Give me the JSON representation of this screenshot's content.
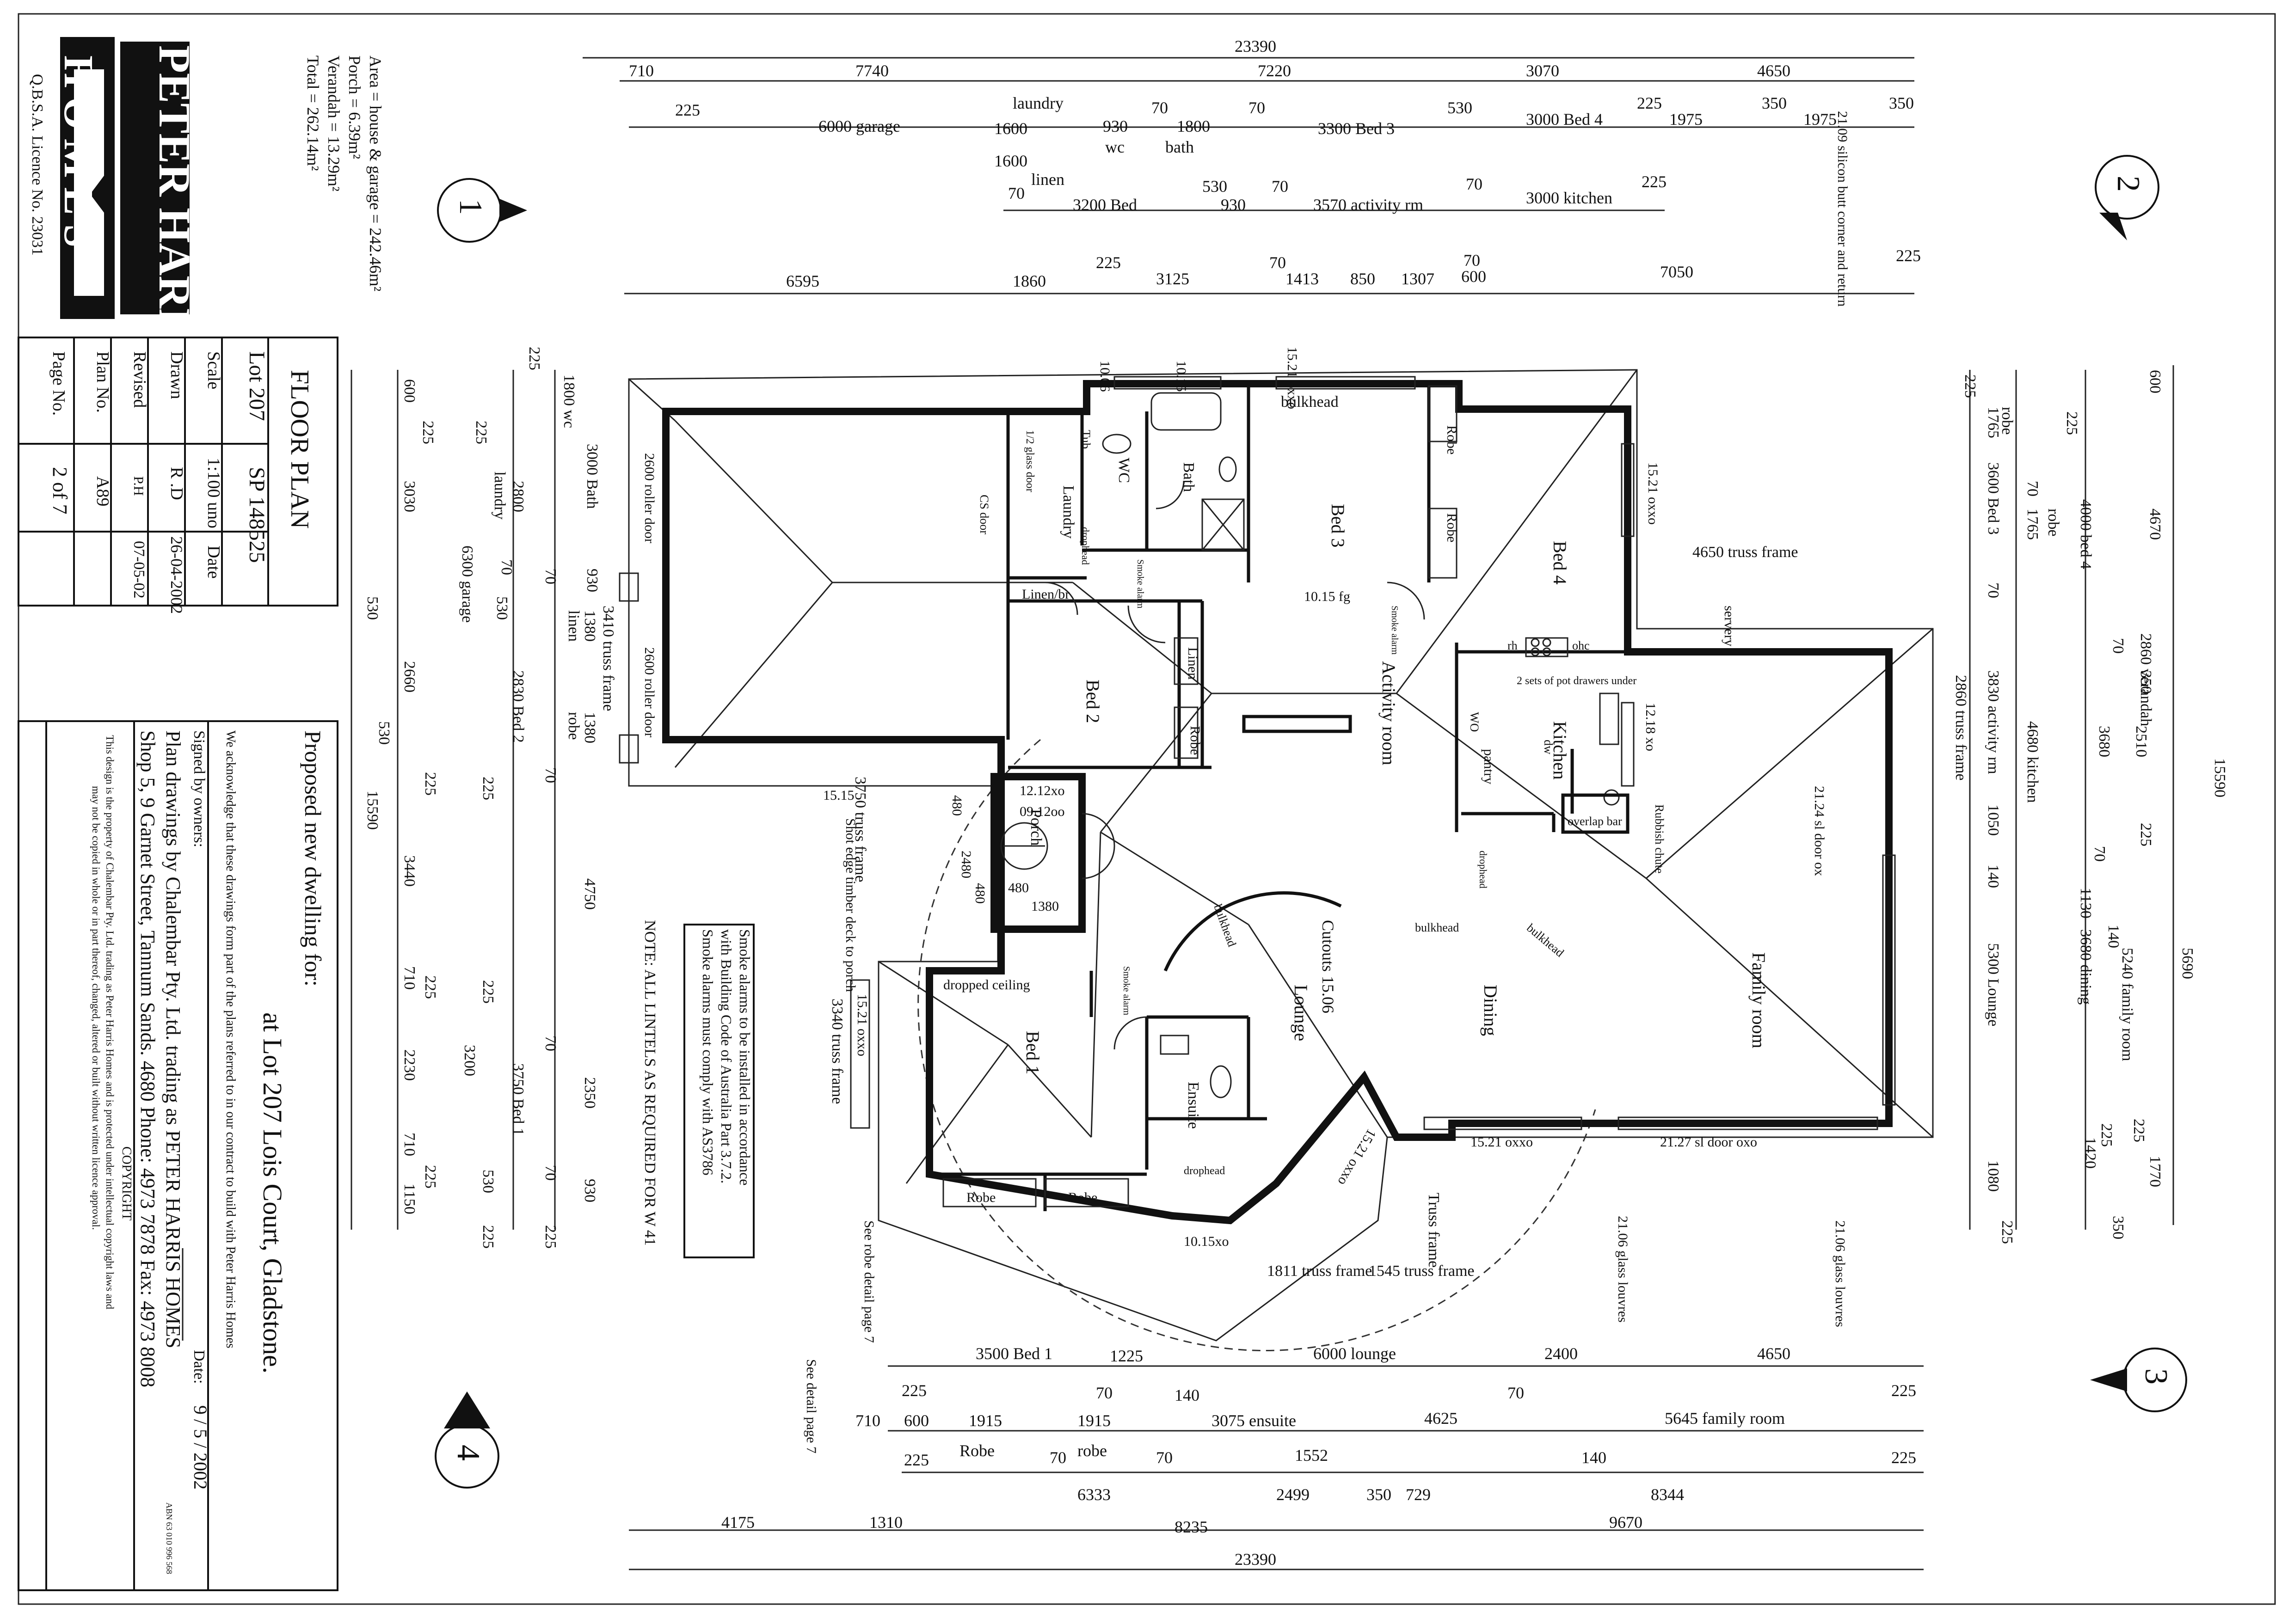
{
  "company": {
    "logo_top": "PETER HARRIS",
    "logo_bottom": "HOMES",
    "licence": "Q.B.S.A. Licence No. 23031"
  },
  "areas": {
    "line1": "Area = house & garage = 242.46m²",
    "line2": "Porch = 6.39m²",
    "line3": "Verandah = 13.29m²",
    "line4": "Total = 262.14m²"
  },
  "title_block": {
    "heading": "FLOOR PLAN",
    "lot_label": "Lot 207",
    "lot_sp": "SP 148525",
    "scale_label": "Scale",
    "scale_value": "1:100 uno",
    "date_label": "Date",
    "drawn_label": "Drawn",
    "drawn_value": "R .D",
    "drawn_date": "26-04-2002",
    "revised_label": "Revised",
    "revised_value": "P.H",
    "revised_date": "07-05-02",
    "plan_label": "Plan No.",
    "plan_value": "A89",
    "page_label": "Page No.",
    "page_value": "2 of 7"
  },
  "proposal": {
    "line1": "Proposed new dwelling for:",
    "line2": "at Lot 207 Lois Court, Gladstone.",
    "ack": "We acknowledge that these drawings form part of the plans referred to in our contract to build with Peter Harris Homes",
    "signed": "Signed by owners:",
    "date_label": "Date:",
    "date_value": "9 / 5 / 2002",
    "drawn_by": "Plan drawings by Chalembar Pty. Ltd. trading as PETER HARRIS HOMES",
    "abn": "ABN 63 010 996 568",
    "address": "Shop 5, 9 Garnet Street, Tannum Sands. 4680  Phone: 4973 7878  Fax: 4973 8008",
    "copyright_title": "COPYRIGHT",
    "copyright_1": "This design is the property of Chalembar Pty. Ltd. trading as Peter Harris Homes and is protected under intellectual copyright laws and",
    "copyright_2": "may not be copied in whole or in part thereof, changed, altered or built without written licence approval."
  },
  "notes": {
    "smoke_1": "Smoke alarms to be installed in accordance",
    "smoke_2": "with Building Code of Australia Part 3.7.2.",
    "smoke_3": "Smoke alarms must comply with AS3786",
    "lintels": "NOTE: ALL LINTELS AS REQUIRED FOR W 41"
  },
  "elevation_markers": {
    "m1": "1",
    "m2": "2",
    "m3": "3",
    "m4": "4"
  },
  "rooms": {
    "garage": "garage",
    "laundry": "Laundry",
    "bath": "Bath",
    "wc": "WC",
    "bed3": "Bed 3",
    "bed4": "Bed 4",
    "bed2": "Bed 2",
    "bed1": "Bed 1",
    "activity": "Activity room",
    "kitchen": "Kitchen",
    "lounge": "Lounge",
    "dining": "Dining",
    "family": "Family room",
    "ensuite": "Ensuite",
    "porch": "Porch",
    "linen": "Linen",
    "linen_br": "Linen/br",
    "robe": "Robe",
    "pantry": "pantry",
    "tub": "Tub",
    "servery": "servery",
    "bulkhead": "bulkhead",
    "dropped_ceiling": "dropped ceiling",
    "cutouts": "Cutouts 15.06",
    "rubbish": "Rubbish chute",
    "overlap_bar": "overlap bar",
    "drawers": "2 sets of pot drawers under",
    "smoke_alarm": "Smoke alarm",
    "dophead": "drophead",
    "truss_frame": "truss frame",
    "roller_door": "2600 roller door",
    "glass_door": "1/2 glass door",
    "cs_door": "CS door",
    "ohc": "ohc",
    "rh": "rh",
    "wo": "WO",
    "dw": "dw"
  },
  "openings": {
    "w1": "10.06",
    "w2": "10.15",
    "w3": "15.21 oxxo",
    "w4": "10.15 fg",
    "w5": "15.21 oxxo",
    "w6": "12.18 xo",
    "w7": "21.24 sl door ox",
    "w8": "15.15",
    "w9": "12.12xo",
    "w10": "09.12oo",
    "w11": "15.21 oxxo",
    "w12": "21.27 sl door oxo",
    "w13": "15.21 oxxo",
    "w14": "10.15xo",
    "w15": "15.21 oxxo",
    "w16": "21.09 silicon butt corner and return",
    "w17": "21.06 glass louvres",
    "w18": "21.06 glass louvres"
  },
  "labels": {
    "truss_4650": "4650 truss frame",
    "truss_3750": "3750 truss frame",
    "truss_3410": "3410 truss frame",
    "truss_3340": "3340 truss frame",
    "truss_1811": "1811 truss frame",
    "truss_1545": "1545 truss frame",
    "truss_frame": "Truss frame",
    "shot_edge": "Shot edge timber deck to porch",
    "robe_detail": "See robe detail page 7",
    "see_detail": "See detail page 7",
    "porch_480": "480",
    "porch_1380": "1380",
    "porch_2480": "2480"
  },
  "dims_top": {
    "overall": "23390",
    "r1": [
      "710",
      "7740",
      "7220",
      "3070",
      "4650"
    ],
    "r2": [
      "225",
      "6000 garage",
      "1600",
      "930",
      "70",
      "1800",
      "70",
      "3300 Bed 3",
      "530",
      "3000 Bed 4",
      "225",
      "1975",
      "350",
      "1975",
      "350"
    ],
    "r2_sub": [
      "laundry",
      "wc",
      "bath"
    ],
    "r3": [
      "1600",
      "linen",
      "70",
      "3200 Bed",
      "530",
      "930",
      "70",
      "3570 activity rm",
      "70",
      "3000 kitchen",
      "225"
    ],
    "r4": [
      "6595",
      "1860",
      "225",
      "3125",
      "70",
      "1413",
      "850",
      "1307",
      "70",
      "600",
      "7050",
      "225"
    ]
  },
  "dims_bottom": {
    "r1": [
      "225",
      "3500 Bed 1",
      "70",
      "1225",
      "140",
      "6000 lounge",
      "70",
      "2400",
      "4650",
      "225"
    ],
    "r2": [
      "710",
      "600",
      "225",
      "1915",
      "Robe",
      "70",
      "1915",
      "robe",
      "70",
      "3075 ensuite",
      "4625",
      "140",
      "5645 family room",
      "225"
    ],
    "r3": [
      "1552",
      "6333",
      "2499",
      "350",
      "729",
      "8344"
    ],
    "r4": [
      "4175",
      "1310",
      "8235",
      "9670"
    ],
    "overall": "23390"
  },
  "dims_left": {
    "r1": [
      "225",
      "1800 wc",
      "3000 Bath",
      "930",
      "70",
      "1380",
      "linen",
      "1380",
      "robe",
      "70",
      "4750",
      "70",
      "2350",
      "70",
      "930",
      "225"
    ],
    "r2": [
      "225",
      "2800",
      "laundry",
      "70",
      "530",
      "6300 garage",
      "2830 Bed 2",
      "225",
      "225",
      "3200",
      "3750 Bed 1",
      "530",
      "225"
    ],
    "r3": [
      "600",
      "225",
      "3030",
      "530",
      "2660",
      "530",
      "225",
      "3440",
      "710",
      "225",
      "2230",
      "710",
      "225",
      "1150"
    ],
    "overall": "15590"
  },
  "dims_right": {
    "r1": [
      "225",
      "1765",
      "robe",
      "70",
      "1765",
      "robe",
      "3600 Bed 3",
      "70",
      "3830 activity rm",
      "2860 truss frame",
      "1050",
      "140",
      "5300 Lounge",
      "1080",
      "225"
    ],
    "r2": [
      "225",
      "4000 bed 4",
      "70",
      "350",
      "4680 kitchen",
      "70",
      "1130",
      "140",
      "3680 dining",
      "225",
      "1420",
      "350"
    ],
    "r3": [
      "600",
      "4670",
      "2860 verandah",
      "2510",
      "225",
      "3680",
      "5240 family room",
      "225",
      "1770"
    ],
    "r4": [
      "15590",
      "5690"
    ]
  }
}
